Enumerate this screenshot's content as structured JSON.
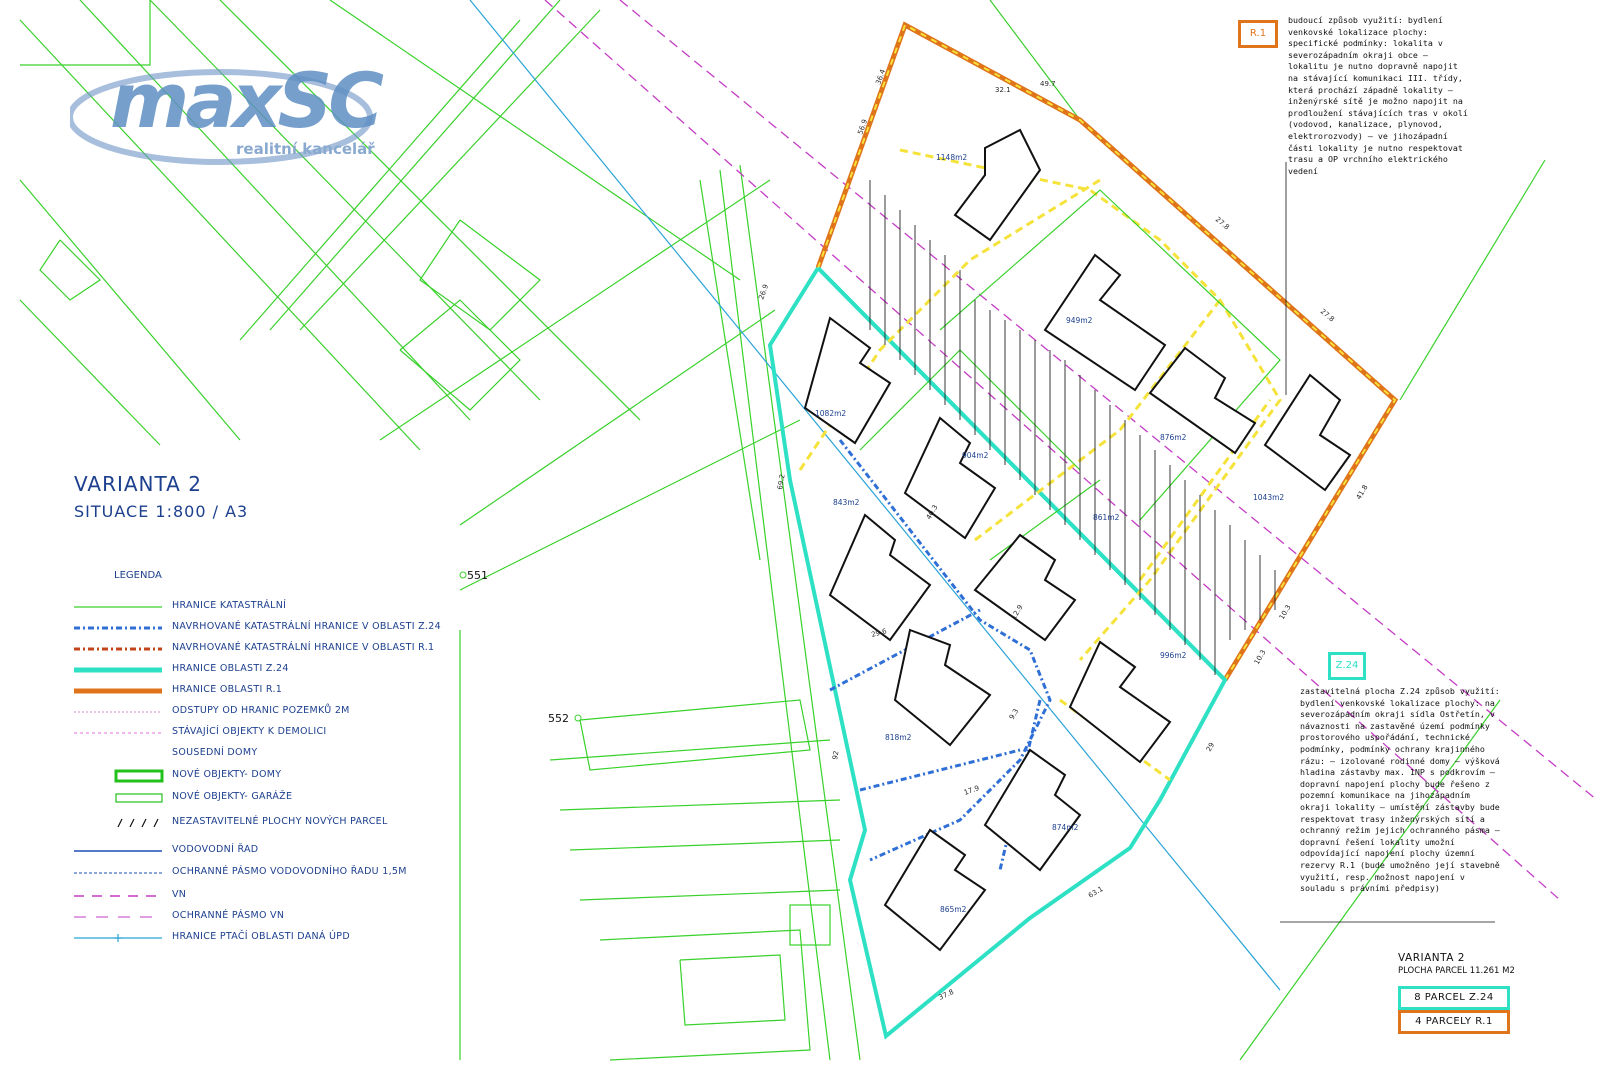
{
  "logo": {
    "brand": "maxSC",
    "subtitle": "realitní kancelář"
  },
  "title": {
    "main": "VARIANTA  2",
    "sub": "SITUACE  1:800  /  A3"
  },
  "legend": {
    "title": "LEGENDA",
    "items": [
      {
        "label": "HRANICE KATASTRÁLNÍ",
        "style": "cadastral"
      },
      {
        "label": "NAVRHOVANÉ KATASTRÁLNÍ HRANICE V OBLASTI Z.24",
        "style": "proposed-z24"
      },
      {
        "label": "NAVRHOVANÉ KATASTRÁLNÍ HRANICE V OBLASTI R.1",
        "style": "proposed-r1"
      },
      {
        "label": "HRANICE OBLASTI Z.24",
        "style": "area-z24"
      },
      {
        "label": "HRANICE OBLASTI R.1",
        "style": "area-r1"
      },
      {
        "label": "ODSTUPY OD HRANIC POZEMKŮ 2M",
        "style": "setback"
      },
      {
        "label": "STÁVAJÍCÍ OBJEKTY K DEMOLICI",
        "style": "demolition"
      },
      {
        "label": "SOUSEDNÍ DOMY",
        "style": "neighbor"
      },
      {
        "label": "NOVÉ OBJEKTY- DOMY",
        "style": "new-houses"
      },
      {
        "label": "NOVÉ OBJEKTY- GARÁŽE",
        "style": "new-garages"
      },
      {
        "label": "NEZASTAVITELNÉ PLOCHY NOVÝCH PARCEL",
        "style": "hatch"
      },
      {
        "label": "VODOVODNÍ ŘAD",
        "style": "water"
      },
      {
        "label": "OCHRANNÉ PÁSMO VODOVODNÍHO ŘADU 1,5M",
        "style": "water-zone"
      },
      {
        "label": "VN",
        "style": "vn"
      },
      {
        "label": "OCHRANNÉ PÁSMO VN",
        "style": "vn-zone"
      },
      {
        "label": "HRANICE PTAČÍ OBLASTI DANÁ ÚPD",
        "style": "bird"
      }
    ]
  },
  "tags": {
    "r1": "R.1",
    "z24": "Z.24"
  },
  "notes": {
    "r1": "budoucí způsob využití: bydlení venkovské lokalizace plochy: specifické podmínky: lokalita v severozápadním okraji obce – lokalitu je nutno dopravně napojit na stávající komunikaci III. třídy, která prochází západně lokality – inženýrské sítě je možno napojit na prodloužení stávajících tras v okolí (vodovod, kanalizace, plynovod, elektrorozvody) – ve jihozápadní části lokality je nutno respektovat trasu a OP vrchního elektrického vedení",
    "z24": "zastavitelná plocha Z.24 způsob využití: bydlení venkovské lokalizace plochy: na severozápadním okraji sídla Ostřetín, v návaznosti na zastavěné území podmínky prostorového uspořádání, technické podmínky, podmínky ochrany krajinného rázu: – izolované rodinné domy – výšková hladina zástavby max. 1NP s podkrovím – dopravní napojení plochy bude řešeno z pozemní komunikace na jihozápadním okraji lokality – umístění zástavby bude respektovat trasy inženýrských sítí a ochranný režim jejich ochranného pásma – dopravní řešení lokality umožní odpovídající napojení plochy územní rezervy R.1 (bude umožněno její stavebně využití, resp. možnost napojení v souladu s právními předpisy)"
  },
  "summary": {
    "variant": "VARIANTA  2",
    "area": "PLOCHA PARCEL 11.261 M2",
    "z24": "8  PARCEL  Z.24",
    "r1": "4  PARCELY  R.1"
  },
  "colors": {
    "cadastral": "#39d12b",
    "z24": "#2ee0c4",
    "r1": "#e0741a",
    "proposed_z24": "#2f6fd6",
    "yellow": "#f5e23a",
    "magenta": "#c43cc4",
    "blue": "#1c3f8e",
    "bird": "#2aa3d8"
  },
  "parcels": [
    {
      "label": "1148m2"
    },
    {
      "label": "949m2"
    },
    {
      "label": "876m2"
    },
    {
      "label": "1043m2"
    },
    {
      "label": "1082m2"
    },
    {
      "label": "904m2"
    },
    {
      "label": "861m2"
    },
    {
      "label": "996m2"
    },
    {
      "label": "843m2"
    },
    {
      "label": "818m2"
    },
    {
      "label": "874m2"
    },
    {
      "label": "865m2"
    }
  ],
  "points": [
    {
      "label": "551"
    },
    {
      "label": "552"
    }
  ],
  "dimensions": [
    {
      "label": "36.4"
    },
    {
      "label": "49.7"
    },
    {
      "label": "32.1"
    },
    {
      "label": "27.8"
    },
    {
      "label": "27.8"
    },
    {
      "label": "41.8"
    },
    {
      "label": "10.3"
    },
    {
      "label": "10.3"
    },
    {
      "label": "29"
    },
    {
      "label": "63.1"
    },
    {
      "label": "37.8"
    },
    {
      "label": "92"
    },
    {
      "label": "69.2"
    },
    {
      "label": "56.9"
    },
    {
      "label": "26.9"
    },
    {
      "label": "12.9"
    },
    {
      "label": "9.3"
    },
    {
      "label": "17.9"
    },
    {
      "label": "29.6"
    },
    {
      "label": "40.3"
    }
  ]
}
